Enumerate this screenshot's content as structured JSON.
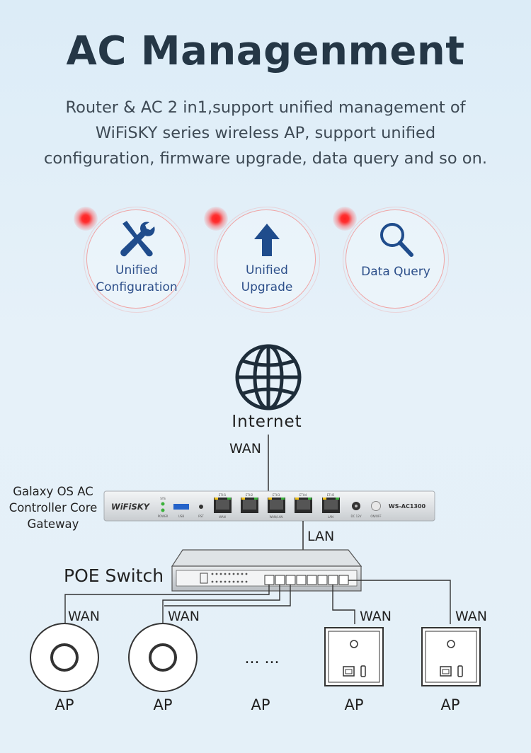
{
  "header": {
    "title": "AC Managenment",
    "subtitle_lines": [
      "Router & AC 2 in1,support unified management of",
      "WiFiSKY series wireless AP, support unified",
      "configuration, firmware upgrade, data query and so on."
    ]
  },
  "features": [
    {
      "icon": "wrench-screwdriver-icon",
      "lines": [
        "Unified",
        "Configuration"
      ]
    },
    {
      "icon": "up-arrow-icon",
      "lines": [
        "Unified",
        "Upgrade"
      ]
    },
    {
      "icon": "magnifier-icon",
      "lines": [
        "Data Query"
      ]
    }
  ],
  "colors": {
    "accent_blue": "#1f4c8c",
    "glow_red": "#ff2020",
    "circle_border": "#f0a6a6"
  },
  "diagram": {
    "internet": {
      "icon": "globe-icon",
      "label": "Internet"
    },
    "wan_top": "WAN",
    "gateway": {
      "label_lines": [
        "Galaxy OS AC",
        "Controller Core",
        "Gateway"
      ],
      "brand": "WiFiSKY",
      "model": "WS-AC1300",
      "status_leds": [
        "SYS",
        "POWER"
      ],
      "port_labels": [
        "USB",
        "RST",
        "ETH1",
        "ETH2",
        "ETH3",
        "ETH4",
        "ETH5",
        "DC 12V",
        "ON/OFF"
      ],
      "port_group_labels": [
        "WAN",
        "WAN/LAN",
        "LAN"
      ]
    },
    "lan_label": "LAN",
    "switch_label": "POE Switch",
    "wan_labels": [
      "WAN",
      "WAN",
      "WAN",
      "WAN"
    ],
    "ellipsis": "... ...",
    "ap_labels": [
      "AP",
      "AP",
      "AP",
      "AP",
      "AP"
    ]
  }
}
